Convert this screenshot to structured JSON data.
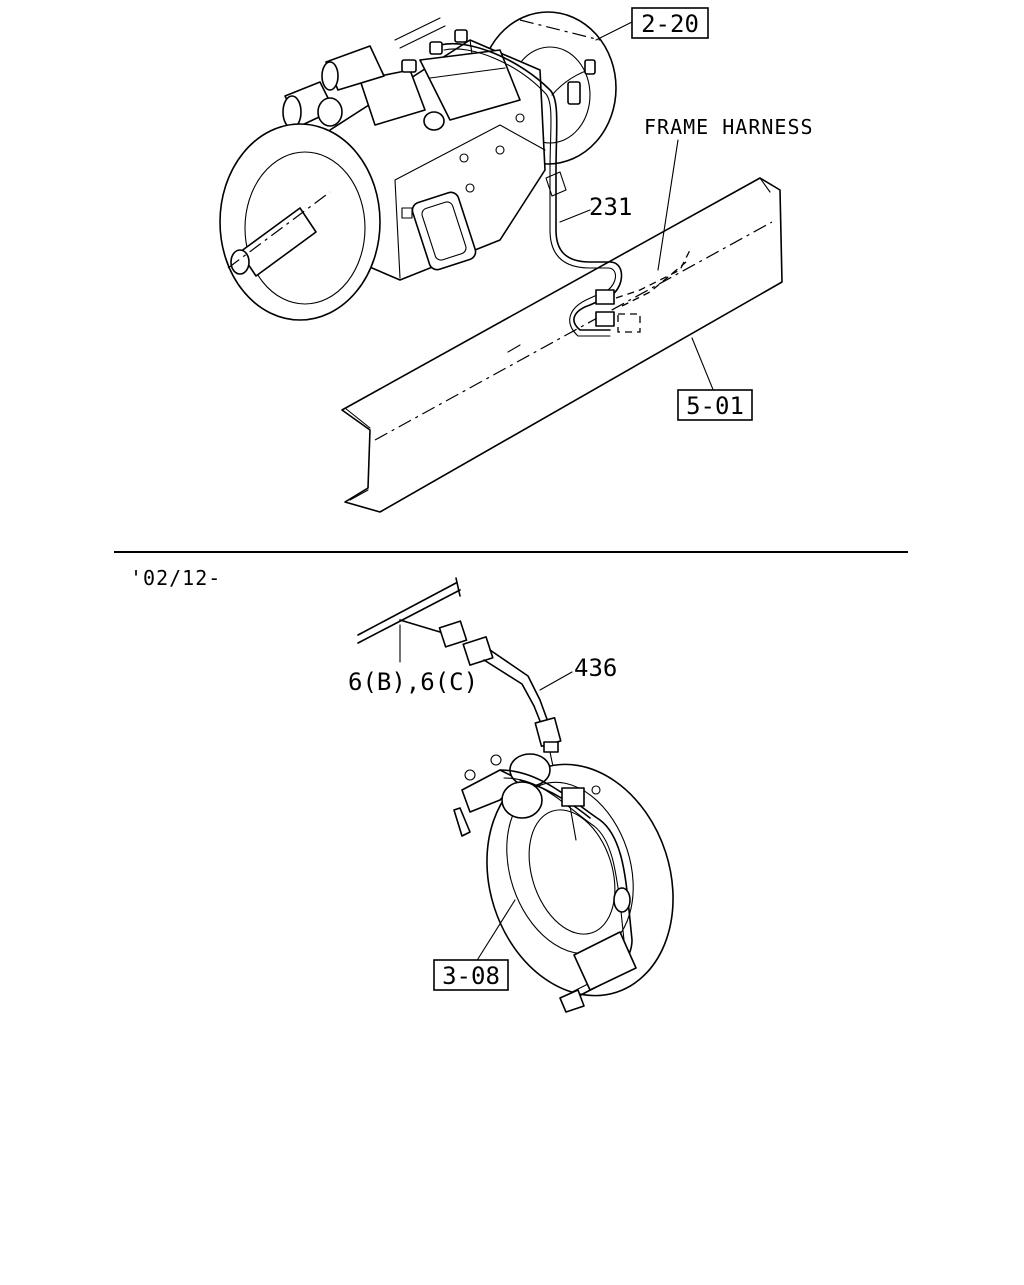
{
  "labels": {
    "ref_2_20": "2-20",
    "frame_harness": "FRAME HARNESS",
    "part_231": "231",
    "ref_5_01": "5-01",
    "date_code": "'02/12-",
    "part_436": "436",
    "ref_6bc": "6(B),6(C)",
    "ref_3_08": "3-08"
  }
}
